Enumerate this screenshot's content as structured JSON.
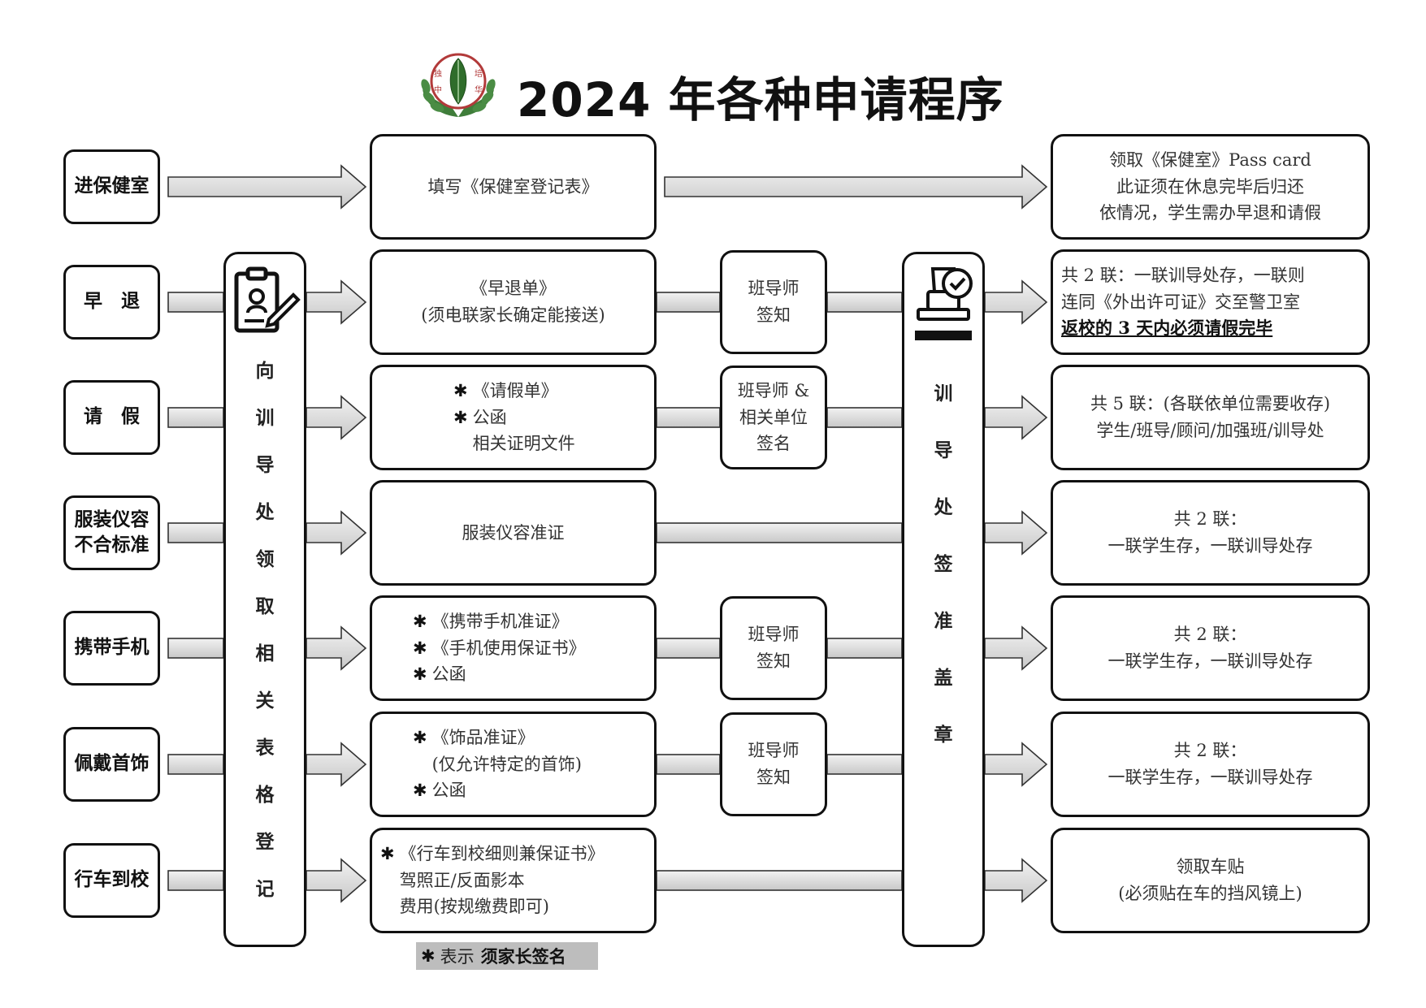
{
  "title": "2024 年各种申请程序",
  "rows": [
    {
      "category": [
        "进保健室"
      ],
      "form": [
        "填写《保健室登记表》"
      ],
      "result": [
        "领取《保健室》Pass card",
        "此证须在休息完毕后归还",
        "依情况，学生需办早退和请假"
      ]
    },
    {
      "category": [
        "早　退"
      ],
      "form": [
        "《早退单》",
        "(须电联家长确定能接送)"
      ],
      "sign": [
        "班导师",
        "签知"
      ],
      "result": [
        "共 2 联：一联训导处存，一联则",
        "连同《外出许可证》交至警卫室"
      ],
      "result_emph": "返校的 3 天内必须请假完毕"
    },
    {
      "category": [
        "请　假"
      ],
      "form_items": [
        {
          "star": true,
          "text": "《请假单》"
        },
        {
          "star": true,
          "text": "公函"
        },
        {
          "star": false,
          "text": "相关证明文件"
        }
      ],
      "sign": [
        "班导师 &",
        "相关单位",
        "签名"
      ],
      "result": [
        "共 5 联：(各联依单位需要收存)",
        "学生/班导/顾问/加强班/训导处"
      ]
    },
    {
      "category": [
        "服装仪容",
        "不合标准"
      ],
      "form": [
        "服装仪容准证"
      ],
      "result": [
        "共 2 联：",
        "一联学生存，一联训导处存"
      ]
    },
    {
      "category": [
        "携带手机"
      ],
      "form_items": [
        {
          "star": true,
          "text": "《携带手机准证》"
        },
        {
          "star": true,
          "text": "《手机使用保证书》"
        },
        {
          "star": true,
          "text": "公函"
        }
      ],
      "sign": [
        "班导师",
        "签知"
      ],
      "result": [
        "共 2 联：",
        "一联学生存，一联训导处存"
      ]
    },
    {
      "category": [
        "佩戴首饰"
      ],
      "form_items": [
        {
          "star": true,
          "text": "《饰品准证》"
        },
        {
          "star": false,
          "text": "(仅允许特定的首饰)"
        },
        {
          "star": true,
          "text": "公函"
        }
      ],
      "sign": [
        "班导师",
        "签知"
      ],
      "result": [
        "共 2 联：",
        "一联学生存，一联训导处存"
      ]
    },
    {
      "category": [
        "行车到校"
      ],
      "form_items": [
        {
          "star": true,
          "text": "《行车到校细则兼保证书》"
        },
        {
          "star": false,
          "text": "驾照正/反面影本"
        },
        {
          "star": false,
          "text": "费用(按规缴费即可)"
        }
      ],
      "result": [
        "领取车贴",
        "(必须贴在车的挡风镜上)"
      ]
    }
  ],
  "collect_column": {
    "chars": [
      "向",
      "训",
      "导",
      "处",
      "领",
      "取",
      "相",
      "关",
      "表",
      "格",
      "登",
      "记"
    ]
  },
  "approve_column": {
    "chars": [
      "训",
      "导",
      "处",
      "签",
      "准",
      "盖",
      "章"
    ]
  },
  "legend": {
    "star": "✱",
    "text": "表示",
    "emph": "须家长签名"
  },
  "icons": {
    "logo": "school-emblem",
    "collect": "clipboard-form-icon",
    "approve": "approval-stamp-icon"
  },
  "colors": {
    "arrow_fill": "#d9d9d9",
    "legend_bg": "#bdbdbd",
    "border": "#111111"
  }
}
